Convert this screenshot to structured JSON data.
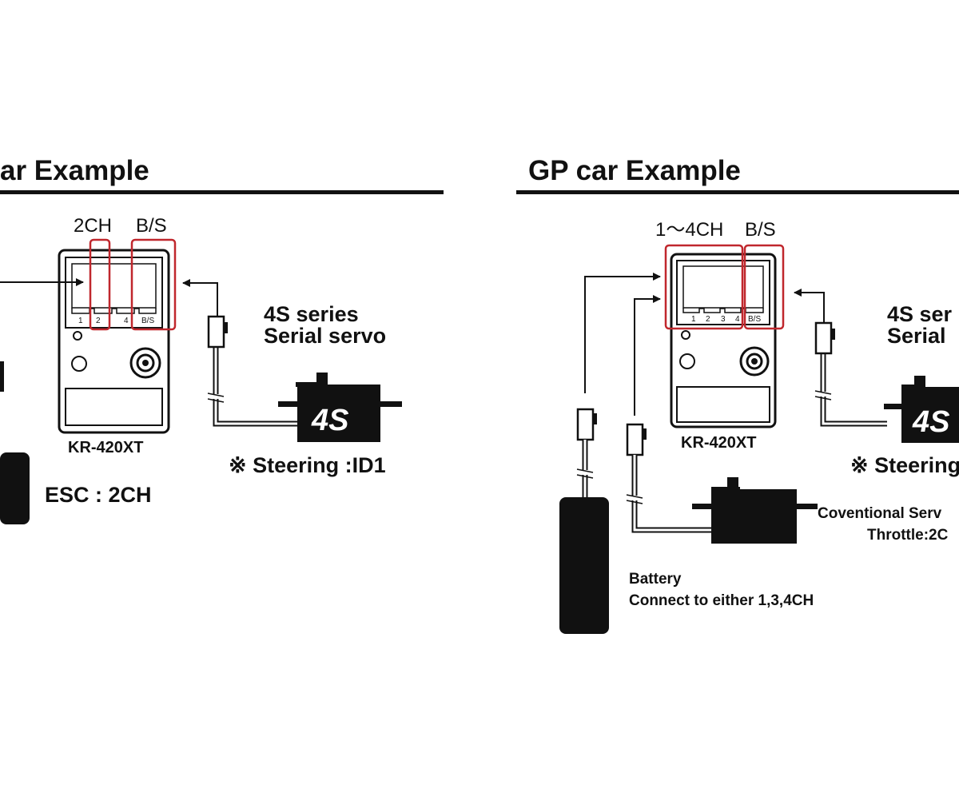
{
  "left": {
    "title": "ar Example",
    "ports": {
      "ch": "2CH",
      "bs": "B/S"
    },
    "slots": [
      "1",
      "2",
      "",
      "4",
      "B/S"
    ],
    "receiver": "KR-420XT",
    "servo_logo": "4S",
    "servo_label_1": "4S series",
    "servo_label_2": "Serial servo",
    "steering": "※  Steering :ID1",
    "esc": "ESC : 2CH"
  },
  "right": {
    "title": "GP car Example",
    "ports": {
      "ch": "1～4CH",
      "bs": "B/S"
    },
    "slots": [
      "1",
      "2",
      "3",
      "4",
      "B/S"
    ],
    "receiver": "KR-420XT",
    "servo_logo": "4S",
    "servo_label_1": "4S ser",
    "servo_label_2": "Serial",
    "steering": "※ Steering",
    "conv_servo": "Coventional Serv",
    "throttle": "Throttle:2C",
    "battery_1": "Battery",
    "battery_2": "Connect to either 1,3,4CH"
  },
  "colors": {
    "accent": "#c0272d",
    "ink": "#111111"
  }
}
